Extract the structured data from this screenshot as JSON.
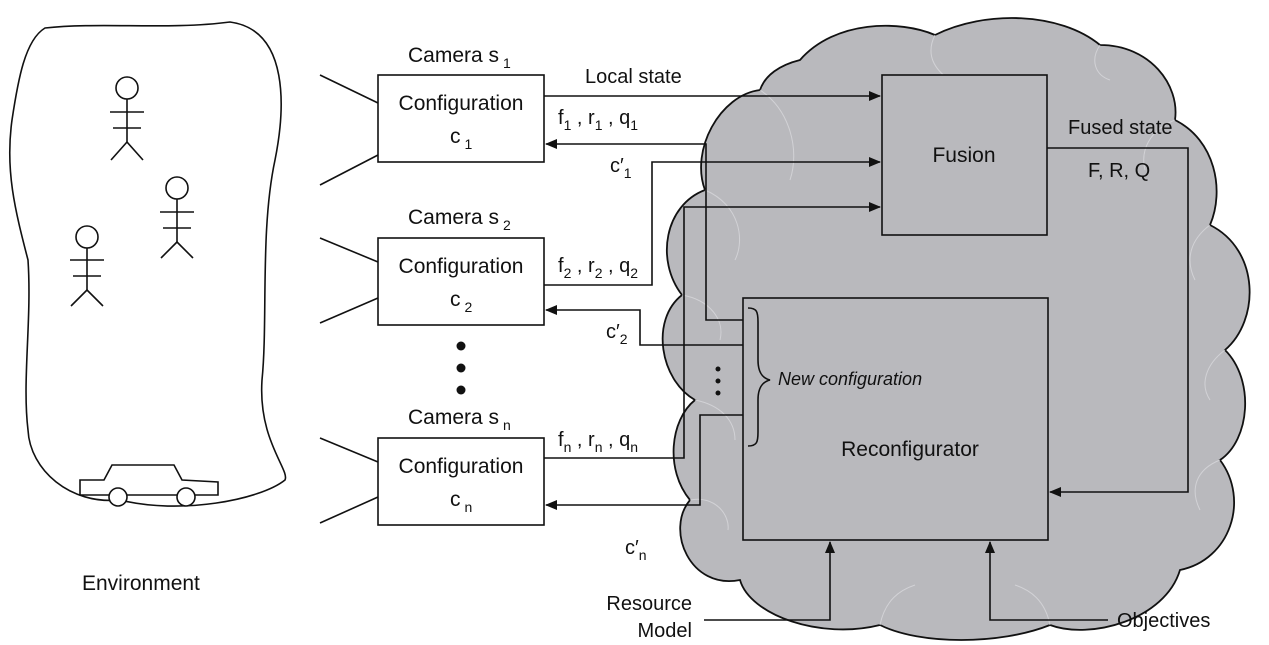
{
  "environment": {
    "label": "Environment"
  },
  "cameras": [
    {
      "title_prefix": "Camera s",
      "title_sub": "1",
      "box_label": "Configuration",
      "config_prefix": "c",
      "config_sub": "1",
      "out_f": "1",
      "out_r": "1",
      "out_q": "1",
      "in_sub": "1"
    },
    {
      "title_prefix": "Camera s",
      "title_sub": "2",
      "box_label": "Configuration",
      "config_prefix": "c",
      "config_sub": "2",
      "out_f": "2",
      "out_r": "2",
      "out_q": "2",
      "in_sub": "2"
    },
    {
      "title_prefix": "Camera s",
      "title_sub": "n",
      "box_label": "Configuration",
      "config_prefix": "c",
      "config_sub": "n",
      "out_f": "n",
      "out_r": "n",
      "out_q": "n",
      "in_sub": "n"
    }
  ],
  "edges": {
    "local_state": "Local state",
    "fused_state": "Fused state",
    "fused_values": "F, R, Q",
    "new_configuration": "New configuration"
  },
  "nodes": {
    "fusion": "Fusion",
    "reconfigurator": "Reconfigurator"
  },
  "inputs": {
    "resource_line1": "Resource",
    "resource_line2": "Model",
    "objectives": "Objectives"
  },
  "colors": {
    "cloud_fill": "#b9b9bd",
    "stroke": "#111111",
    "background": "#ffffff"
  }
}
